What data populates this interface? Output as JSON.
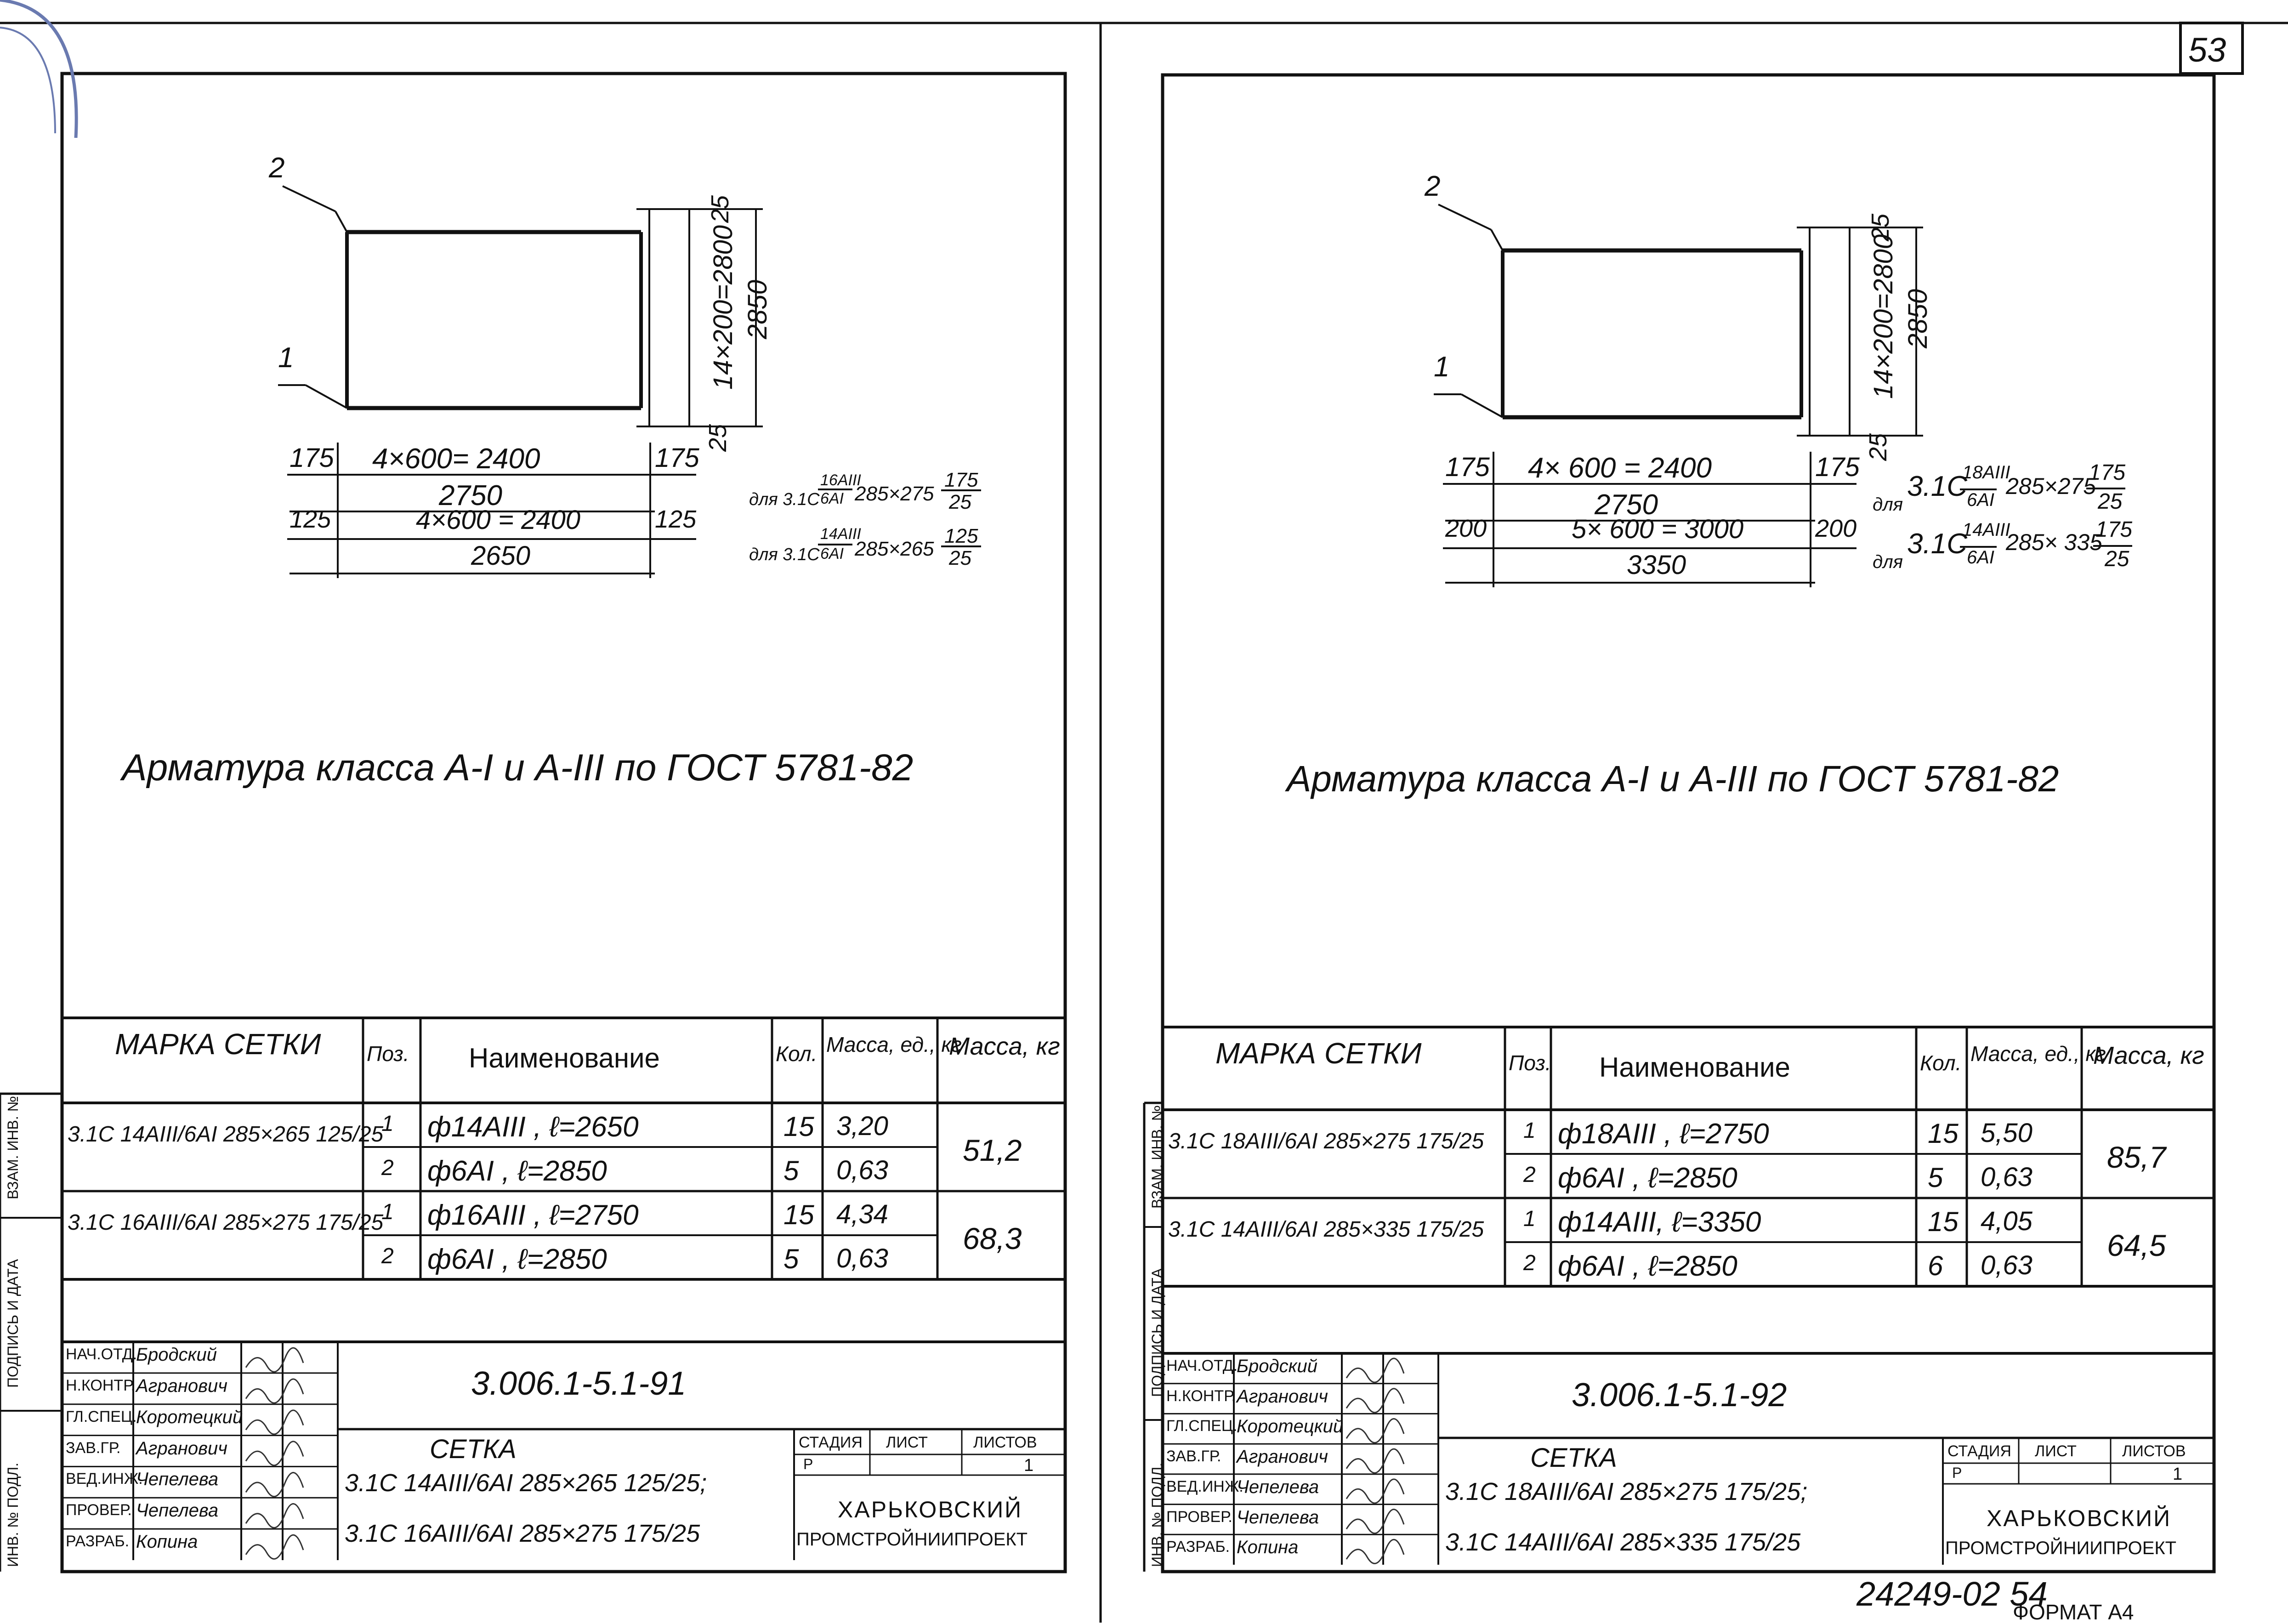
{
  "page_number": "53",
  "footer_code": "24249-02 54",
  "format_label": "ФОРМАТ А4",
  "side_strip": {
    "label_inv_vzam": "ВЗАМ. ИНВ. №",
    "label_sign_date": "ПОДПИСЬ И ДАТА",
    "label_inv_podl": "ИНВ. № ПОДЛ."
  },
  "sheets": [
    {
      "id": "left",
      "drawing": {
        "mark_2": "2",
        "mark_1": "1",
        "dim_top_25": "25",
        "dim_vertical_inner": "14×200=2800",
        "dim_vertical_outer": "2850",
        "dim_bottom_25": "25",
        "row1_left_margin": "175",
        "row1_span": "4×600= 2400",
        "row1_right_margin": "175",
        "row1_total": "2750",
        "row1_note_prefix": "для 3.1С",
        "row1_note_num": "16AIII",
        "row1_note_den": "6AI",
        "row1_note_size": "285×275",
        "row1_note_frac_num": "175",
        "row1_note_frac_den": "25",
        "row2_left_margin": "125",
        "row2_span": "4×600 = 2400",
        "row2_right_margin": "125",
        "row2_total": "2650",
        "row2_note_prefix": "для 3.1С",
        "row2_note_num": "14AIII",
        "row2_note_den": "6AI",
        "row2_note_size": "285×265",
        "row2_note_frac_num": "125",
        "row2_note_frac_den": "25"
      },
      "rebar_note": "Арматура класса А-I и А-III по ГОСТ 5781-82",
      "spec_table": {
        "headers": {
          "mark": "МАРКА СЕТКИ",
          "pos": "Поз.",
          "name": "Наименование",
          "qty": "Кол.",
          "unit_mass": "Масса, ед., кг",
          "mass": "Масса, кг"
        },
        "rows": [
          {
            "mark": "3.1С 14AIII/6AI 285×265 125/25",
            "pos": "1",
            "name": "ф14AIII , ℓ=2650",
            "qty": "15",
            "unit_mass": "3,20",
            "mass": "51,2"
          },
          {
            "mark": "",
            "pos": "2",
            "name": "ф6AI , ℓ=2850",
            "qty": "5",
            "unit_mass": "0,63",
            "mass": ""
          },
          {
            "mark": "3.1С 16AIII/6AI 285×275 175/25",
            "pos": "1",
            "name": "ф16AIII , ℓ=2750",
            "qty": "15",
            "unit_mass": "4,34",
            "mass": "68,3"
          },
          {
            "mark": "",
            "pos": "2",
            "name": "ф6AI , ℓ=2850",
            "qty": "5",
            "unit_mass": "0,63",
            "mass": ""
          }
        ]
      },
      "title_block": {
        "roles": [
          "НАЧ.ОТД.",
          "Н.КОНТР.",
          "ГЛ.СПЕЦ.",
          "ЗАВ.ГР.",
          "ВЕД.ИНЖ.",
          "ПРОВЕР.",
          "РАЗРАБ."
        ],
        "names": [
          "Бродский",
          "Агранович",
          "Коротецкий",
          "Агранович",
          "Чепелева",
          "Чепелева",
          "Копина"
        ],
        "doc_code": "3.006.1-5.1-91",
        "item_title": "СЕТКА",
        "item_line1": "3.1С 14AIII/6AI 285×265 125/25;",
        "item_line2": "3.1С 16AIII/6AI 285×275 175/25",
        "stage_label": "СТАДИЯ",
        "sheet_label": "ЛИСТ",
        "sheets_label": "ЛИСТОВ",
        "stage_value": "Р",
        "sheets_value": "1",
        "org_line1": "ХАРЬКОВСКИЙ",
        "org_line2": "ПРОМСТРОЙНИИПРОЕКТ"
      }
    },
    {
      "id": "right",
      "drawing": {
        "mark_2": "2",
        "mark_1": "1",
        "dim_top_25": "25",
        "dim_vertical_inner": "14×200=2800",
        "dim_vertical_outer": "2850",
        "dim_bottom_25": "25",
        "row1_left_margin": "175",
        "row1_span": "4× 600 = 2400",
        "row1_right_margin": "175",
        "row1_total": "2750",
        "row1_note_prefix": "для",
        "row1_note_mark": "3.1С",
        "row1_note_num": "18AIII",
        "row1_note_den": "6AI",
        "row1_note_size": "285×275",
        "row1_note_frac_num": "175",
        "row1_note_frac_den": "25",
        "row2_left_margin": "200",
        "row2_span": "5× 600 = 3000",
        "row2_right_margin": "200",
        "row2_total": "3350",
        "row2_note_prefix": "для",
        "row2_note_mark": "3.1С",
        "row2_note_num": "14AIII",
        "row2_note_den": "6AI",
        "row2_note_size": "285× 335",
        "row2_note_frac_num": "175",
        "row2_note_frac_den": "25"
      },
      "rebar_note": "Арматура класса А-I и А-III по ГОСТ 5781-82",
      "spec_table": {
        "headers": {
          "mark": "МАРКА СЕТКИ",
          "pos": "Поз.",
          "name": "Наименование",
          "qty": "Кол.",
          "unit_mass": "Масса, ед., кг",
          "mass": "Масса, кг"
        },
        "rows": [
          {
            "mark": "3.1С 18AIII/6AI 285×275 175/25",
            "pos": "1",
            "name": "ф18AIII , ℓ=2750",
            "qty": "15",
            "unit_mass": "5,50",
            "mass": "85,7"
          },
          {
            "mark": "",
            "pos": "2",
            "name": "ф6AI , ℓ=2850",
            "qty": "5",
            "unit_mass": "0,63",
            "mass": ""
          },
          {
            "mark": "3.1С 14AIII/6AI 285×335 175/25",
            "pos": "1",
            "name": "ф14AIII, ℓ=3350",
            "qty": "15",
            "unit_mass": "4,05",
            "mass": "64,5"
          },
          {
            "mark": "",
            "pos": "2",
            "name": "ф6AI , ℓ=2850",
            "qty": "6",
            "unit_mass": "0,63",
            "mass": ""
          }
        ]
      },
      "title_block": {
        "roles": [
          "НАЧ.ОТД.",
          "Н.КОНТР.",
          "ГЛ.СПЕЦ.",
          "ЗАВ.ГР.",
          "ВЕД.ИНЖ.",
          "ПРОВЕР.",
          "РАЗРАБ."
        ],
        "names": [
          "Бродский",
          "Агранович",
          "Коротецкий",
          "Агранович",
          "Чепелева",
          "Чепелева",
          "Копина"
        ],
        "doc_code": "3.006.1-5.1-92",
        "item_title": "СЕТКА",
        "item_line1": "3.1С 18AIII/6AI 285×275 175/25;",
        "item_line2": "3.1С 14AIII/6AI 285×335 175/25",
        "stage_label": "СТАДИЯ",
        "sheet_label": "ЛИСТ",
        "sheets_label": "ЛИСТОВ",
        "stage_value": "Р",
        "sheets_value": "1",
        "org_line1": "ХАРЬКОВСКИЙ",
        "org_line2": "ПРОМСТРОЙНИИПРОЕКТ"
      }
    }
  ]
}
